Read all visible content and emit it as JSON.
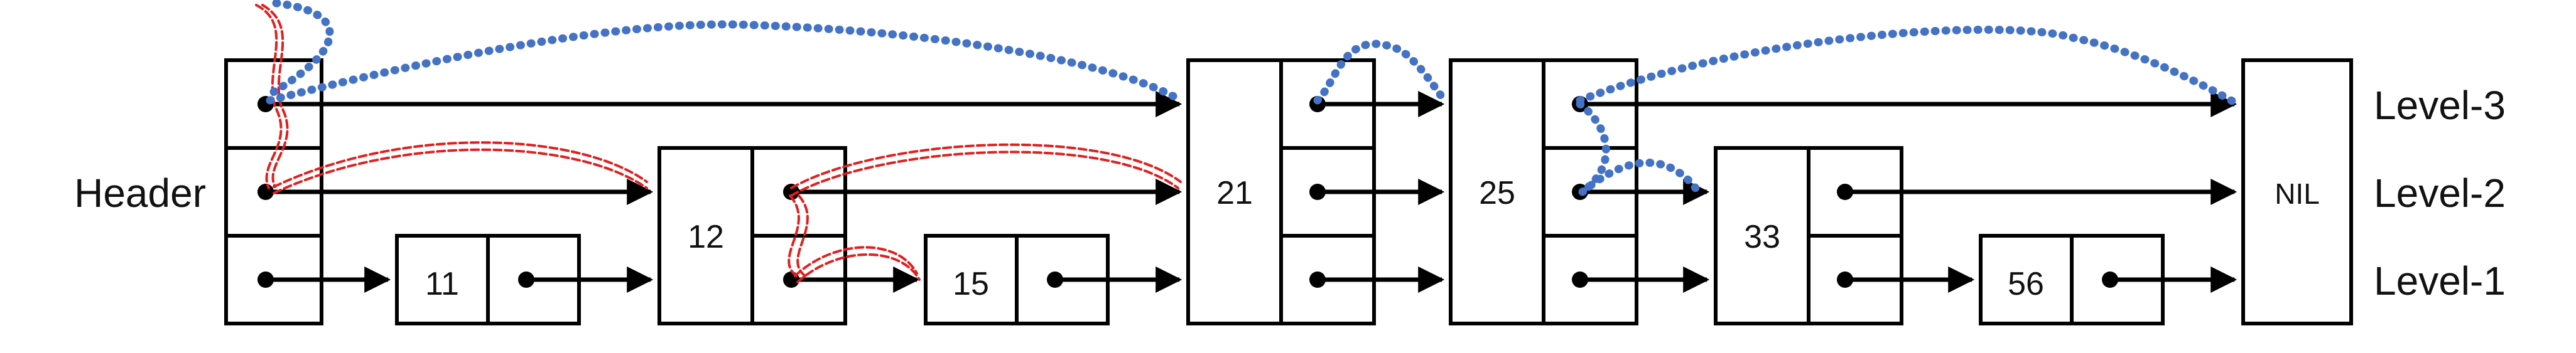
{
  "header_label": "Header",
  "nodes": [
    {
      "id": "header",
      "label": "",
      "level": 3
    },
    {
      "id": "n11",
      "label": "11",
      "level": 1
    },
    {
      "id": "n12",
      "label": "12",
      "level": 2
    },
    {
      "id": "n15",
      "label": "15",
      "level": 1
    },
    {
      "id": "n21",
      "label": "21",
      "level": 3
    },
    {
      "id": "n25",
      "label": "25",
      "level": 3
    },
    {
      "id": "n33",
      "label": "33",
      "level": 2
    },
    {
      "id": "n56",
      "label": "56",
      "level": 1
    },
    {
      "id": "nil",
      "label": "NIL",
      "level": 3
    }
  ],
  "level_labels": [
    "Level-3",
    "Level-2",
    "Level-1"
  ],
  "pointers": [
    {
      "from": "header",
      "level": 3,
      "to": "n21"
    },
    {
      "from": "header",
      "level": 2,
      "to": "n12"
    },
    {
      "from": "header",
      "level": 1,
      "to": "n11"
    },
    {
      "from": "n11",
      "level": 1,
      "to": "n12"
    },
    {
      "from": "n12",
      "level": 2,
      "to": "n21"
    },
    {
      "from": "n12",
      "level": 1,
      "to": "n15"
    },
    {
      "from": "n15",
      "level": 1,
      "to": "n21"
    },
    {
      "from": "n21",
      "level": 3,
      "to": "n25"
    },
    {
      "from": "n21",
      "level": 2,
      "to": "n25"
    },
    {
      "from": "n21",
      "level": 1,
      "to": "n25"
    },
    {
      "from": "n25",
      "level": 3,
      "to": "nil"
    },
    {
      "from": "n25",
      "level": 2,
      "to": "n33"
    },
    {
      "from": "n25",
      "level": 1,
      "to": "n33"
    },
    {
      "from": "n33",
      "level": 2,
      "to": "nil"
    },
    {
      "from": "n33",
      "level": 1,
      "to": "n56"
    },
    {
      "from": "n56",
      "level": 1,
      "to": "nil"
    }
  ],
  "colors": {
    "search_path_blue": "#4472C4",
    "search_path_red": "#E02020",
    "lines": "#000000"
  }
}
